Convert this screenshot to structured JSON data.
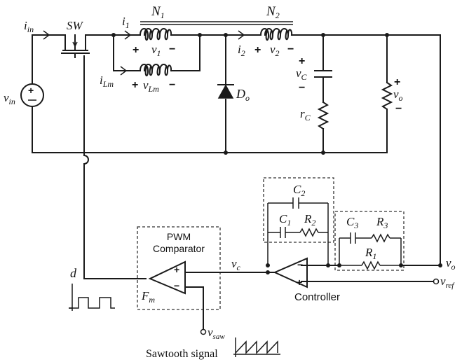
{
  "labels": {
    "i_in": "i",
    "i_in_sub": "in",
    "sw": "SW",
    "i1": "i",
    "i1_sub": "1",
    "n1": "N",
    "n1_sub": "1",
    "n2": "N",
    "n2_sub": "2",
    "v1": "v",
    "v1_sub": "1",
    "i2": "i",
    "i2_sub": "2",
    "v2": "v",
    "v2_sub": "2",
    "vc": "v",
    "vc_sub": "C",
    "vo_top": "v",
    "vo_top_sub": "o",
    "vin": "v",
    "vin_sub": "in",
    "ilm": "i",
    "ilm_sub": "Lm",
    "vlm": "v",
    "vlm_sub": "Lm",
    "do": "D",
    "do_sub": "o",
    "rc": "r",
    "rc_sub": "C",
    "c2": "C",
    "c2_sub": "2",
    "c1": "C",
    "c1_sub": "1",
    "r2": "R",
    "r2_sub": "2",
    "c3": "C",
    "c3_sub": "3",
    "r3": "R",
    "r3_sub": "3",
    "r1": "R",
    "r1_sub": "1",
    "pwm_line1": "PWM",
    "pwm_line2": "Comparator",
    "vc_ctrl": "v",
    "vc_ctrl_sub": "c",
    "vo_fb": "v",
    "vo_fb_sub": "o",
    "vref": "v",
    "vref_sub": "ref",
    "controller": "Controller",
    "d": "d",
    "fm": "F",
    "fm_sub": "m",
    "vsaw": "v",
    "vsaw_sub": "saw",
    "sawtooth": "Sawtooth signal",
    "plus": "+",
    "minus": "−"
  }
}
